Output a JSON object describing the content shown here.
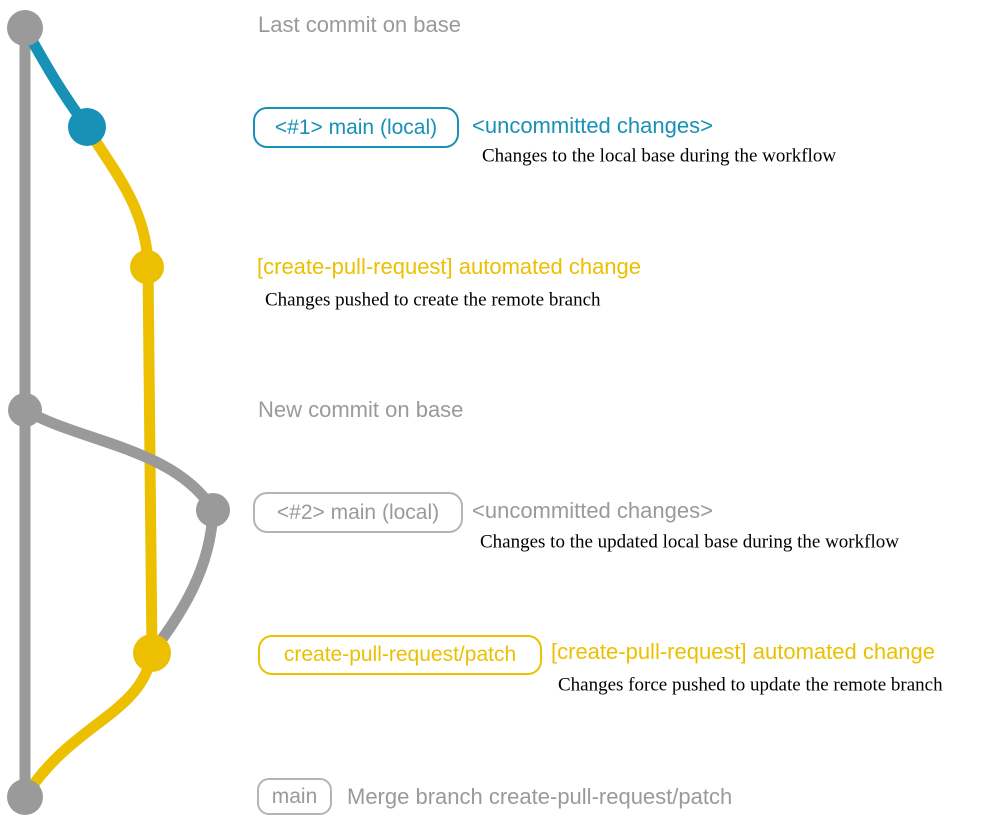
{
  "colors": {
    "background": "#ffffff",
    "gray": "#9a9a9a",
    "gray_box_border": "#b4b4b4",
    "blue": "#1791b6",
    "yellow": "#ecc001",
    "description_text": "#000000"
  },
  "graph": {
    "branches": [
      {
        "name": "base (main remote)",
        "color": "#9a9a9a"
      },
      {
        "name": "main (local)",
        "color": "#1791b6"
      },
      {
        "name": "create-pull-request/patch",
        "color": "#ecc001"
      }
    ]
  },
  "annotations": {
    "last_commit": "Last commit on base",
    "branch_tag_1": "<#1> main (local)",
    "uncommitted_1": "<uncommitted changes>",
    "desc_1": "Changes to the local base during the workflow",
    "auto_change_1": "[create-pull-request] automated change",
    "desc_2": "Changes pushed to create the remote branch",
    "new_commit": "New commit on base",
    "branch_tag_2": "<#2> main (local)",
    "uncommitted_2": "<uncommitted changes>",
    "desc_3": "Changes to the updated local base during the workflow",
    "branch_tag_3": "create-pull-request/patch",
    "auto_change_2": "[create-pull-request] automated change",
    "desc_4": "Changes force pushed to update the remote branch",
    "branch_tag_4": "main",
    "merge_label": "Merge branch create-pull-request/patch"
  }
}
